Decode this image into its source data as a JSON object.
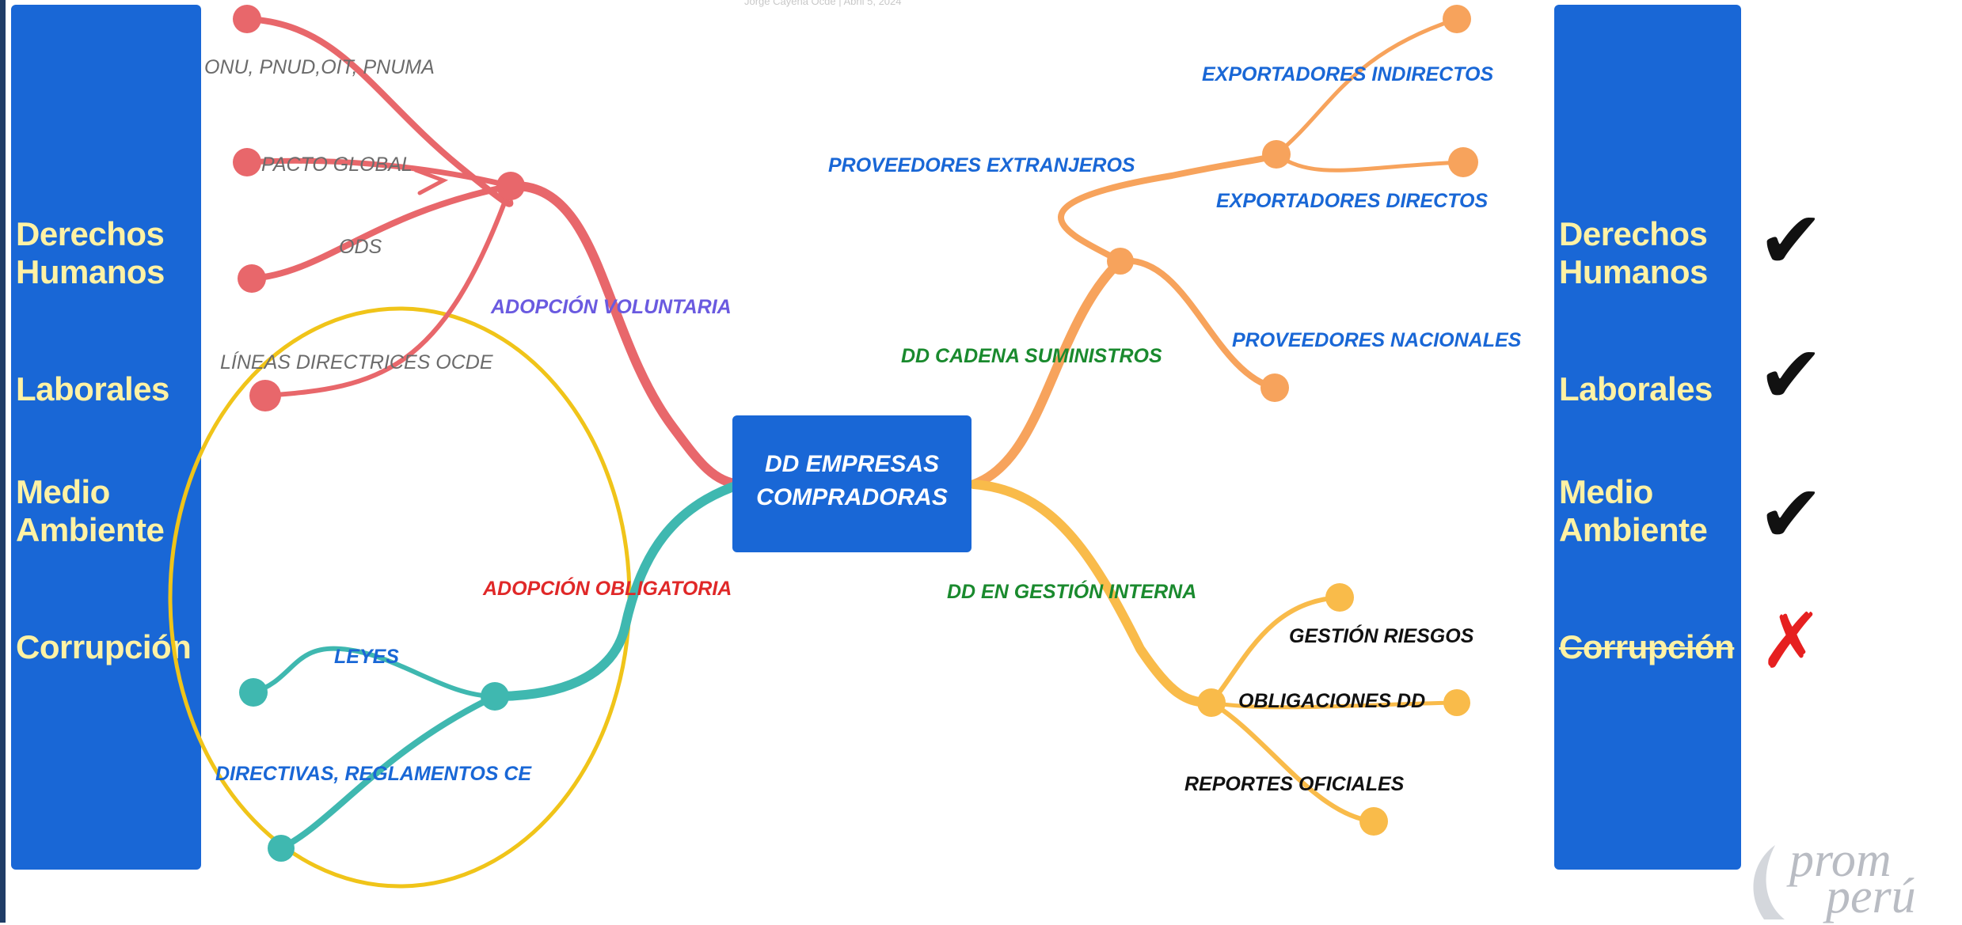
{
  "header": {
    "author_credit": "Jorge Cayena Ocde | Abril 5, 2024"
  },
  "left_panel": {
    "items": [
      "Derechos\nHumanos",
      "Laborales",
      "Medio\nAmbiente",
      "Corrupción"
    ]
  },
  "right_panel": {
    "items": [
      "Derechos\nHumanos",
      "Laborales",
      "Medio\nAmbiente",
      "Corrupción"
    ],
    "marks": [
      "✔",
      "✔",
      "✔",
      "✗"
    ]
  },
  "center_node": {
    "line1": "DD EMPRESAS",
    "line2": "COMPRADORAS"
  },
  "labels": {
    "onu": "ONU, PNUD,OIT, PNUMA",
    "pacto": "PACTO GLOBAL",
    "ods": "ODS",
    "lineas": "LÍNEAS DIRECTRICES OCDE",
    "adopcion_voluntaria": "ADOPCIÓN VOLUNTARIA",
    "adopcion_obligatoria": "ADOPCIÓN OBLIGATORIA",
    "leyes": "LEYES",
    "directivas": "DIRECTIVAS, REGLAMENTOS CE",
    "exp_indirectos": "EXPORTADORES INDIRECTOS",
    "proveedores_extranjeros": "PROVEEDORES EXTRANJEROS",
    "exp_directos": "EXPORTADORES DIRECTOS",
    "dd_cadena": "DD CADENA SUMINISTROS",
    "proveedores_nacionales": "PROVEEDORES NACIONALES",
    "dd_gestion": "DD EN GESTIÓN INTERNA",
    "gestion_riesgos": "GESTIÓN RIESGOS",
    "obligaciones": "OBLIGACIONES DD",
    "reportes": "REPORTES OFICIALES"
  },
  "logo": {
    "line1": "prom",
    "line2": "perú"
  },
  "colors": {
    "panel": "#1967d6",
    "panel_text": "#fff2a4",
    "red_branch": "#e8676b",
    "teal_branch": "#3fb8b0",
    "orange_branch": "#f7a35c",
    "yellow_branch": "#f9bb4a",
    "circle": "#f0c419",
    "cross": "#e62020",
    "center": "#1967d6"
  }
}
